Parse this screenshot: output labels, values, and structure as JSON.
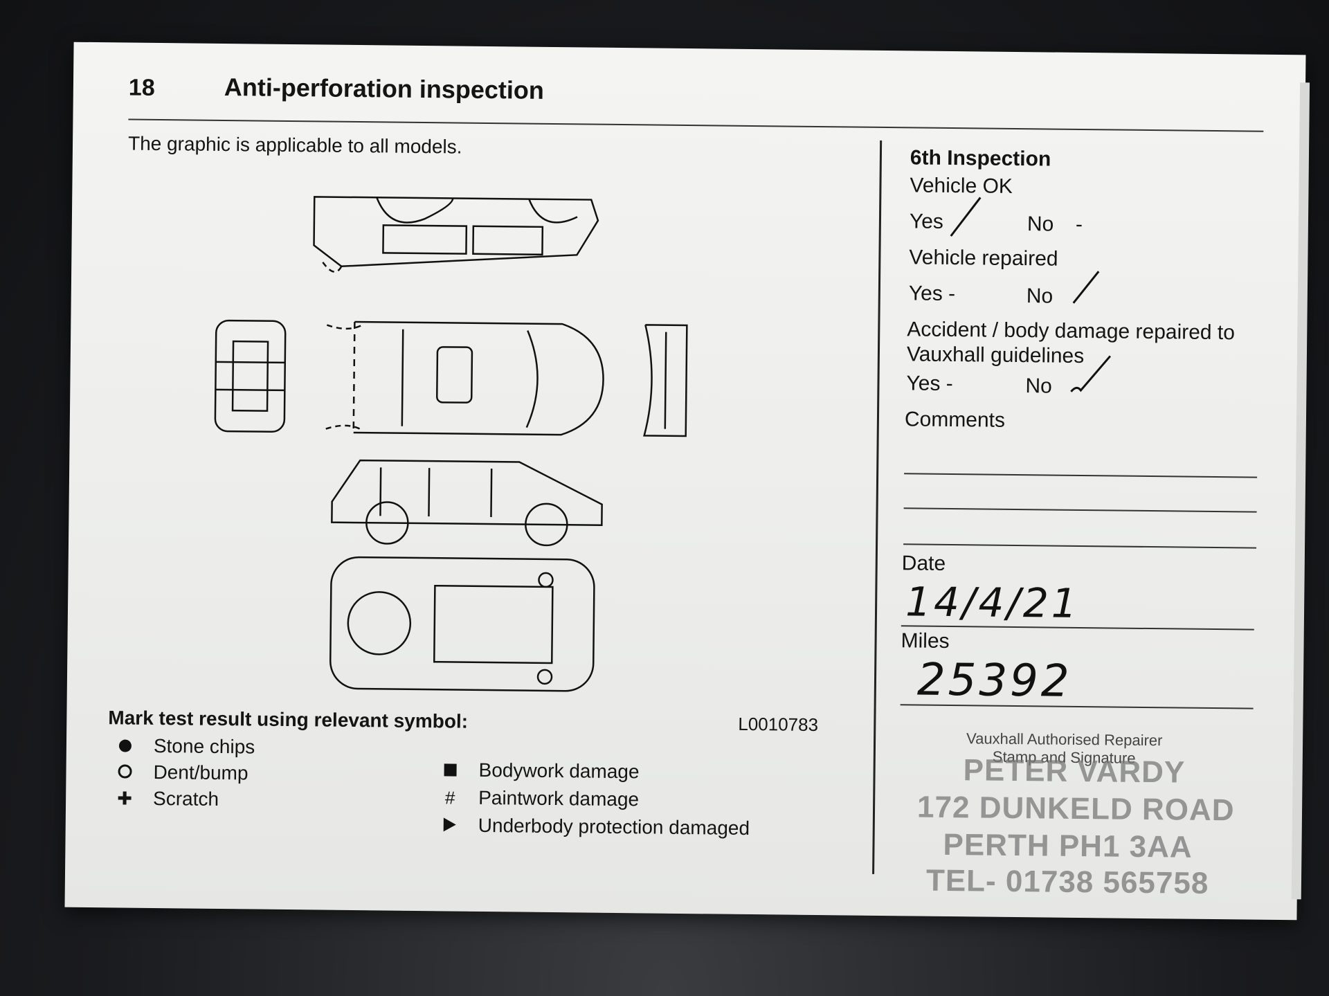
{
  "header": {
    "page_number": "18",
    "title": "Anti-perforation inspection"
  },
  "intro": "The graphic is applicable to all models.",
  "diagram_code": "L0010783",
  "legend": {
    "title": "Mark test result using relevant symbol:",
    "left": [
      {
        "icon": "filled-circle-icon",
        "label": "Stone chips"
      },
      {
        "icon": "open-circle-icon",
        "label": "Dent/bump"
      },
      {
        "icon": "plus-icon",
        "label": "Scratch"
      }
    ],
    "right": [
      {
        "icon": "filled-square-icon",
        "label": "Bodywork damage"
      },
      {
        "icon": "hash-icon",
        "label": "Paintwork damage"
      },
      {
        "icon": "triangle-icon",
        "label": "Underbody protection damaged"
      }
    ]
  },
  "inspection": {
    "title": "6th Inspection",
    "vehicle_ok": "Vehicle OK",
    "vehicle_ok_yes": "Yes",
    "vehicle_ok_no": "No",
    "vehicle_ok_no_mark": "-",
    "vehicle_repaired": "Vehicle repaired",
    "vehicle_repaired_yes": "Yes -",
    "vehicle_repaired_no": "No",
    "accident_line1": "Accident / body damage repaired to",
    "accident_line2": "Vauxhall guidelines",
    "accident_yes": "Yes -",
    "accident_no": "No",
    "comments": "Comments",
    "date_label": "Date",
    "date_value": "14/4/21",
    "miles_label": "Miles",
    "miles_value": "25392"
  },
  "stamp": {
    "caption1": "Vauxhall Authorised Repairer",
    "caption2": "Stamp and Signature",
    "line1": "PETER VARDY",
    "line2": "172 DUNKELD ROAD",
    "line3": "PERTH PH1 3AA",
    "line4": "TEL- 01738 565758"
  }
}
